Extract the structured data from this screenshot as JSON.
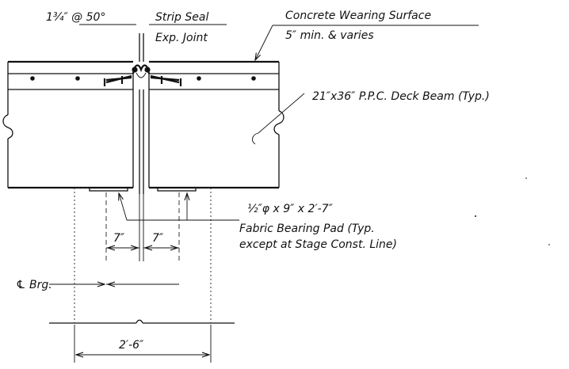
{
  "labels": {
    "joint_opening": "1¾″ @ 50°",
    "strip_seal_line1": "Strip Seal",
    "strip_seal_line2": "Exp. Joint",
    "wearing_surface_line1": "Concrete Wearing Surface",
    "wearing_surface_line2": "5″ min. & varies",
    "deck_beam": "21″x36″ P.P.C. Deck Beam (Typ.)",
    "pad_size": "½″φ x 9″ x 2′-7″",
    "pad_line1": "Fabric Bearing Pad (Typ.",
    "pad_line2": "except at Stage Const. Line)",
    "dim_left": "7″",
    "dim_right": "7″",
    "bearing_cl": "℄ Brg.",
    "dim_bottom": "2′-6″"
  }
}
